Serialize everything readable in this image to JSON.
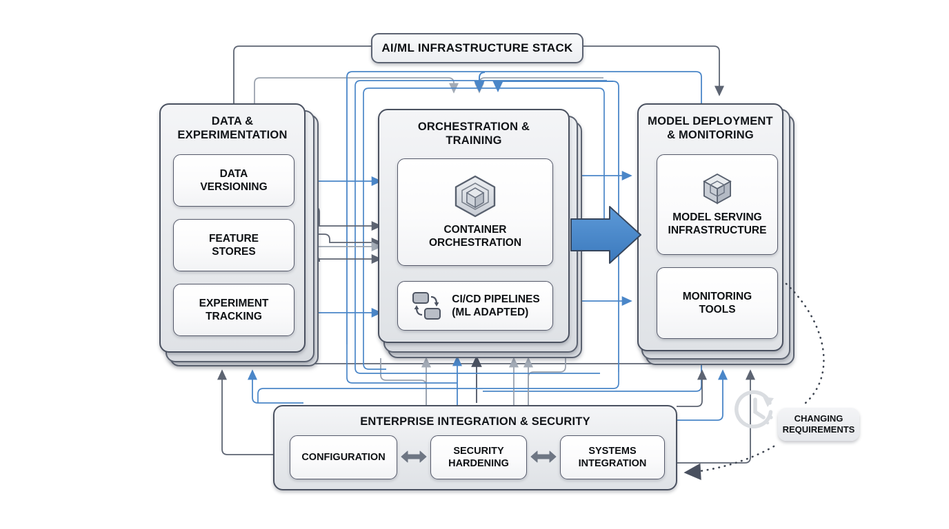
{
  "diagram": {
    "title": "AI/ML INFRASTRUCTURE STACK",
    "accent_blue": "#4a86c8",
    "arrow_gray": "#5d6472",
    "arrow_gray_light": "#9aa2ae",
    "panel_border": "#4a5160",
    "text_color": "#0d1013"
  },
  "groups": {
    "data_experimentation": {
      "title": "DATA &\nEXPERIMENTATION",
      "cards": [
        {
          "label": "DATA\nVERSIONING",
          "icon": "none"
        },
        {
          "label": "FEATURE\nSTORES",
          "icon": "none"
        },
        {
          "label": "EXPERIMENT\nTRACKING",
          "icon": "none"
        }
      ]
    },
    "orchestration_training": {
      "title": "ORCHESTRATION &\nTRAINING",
      "cards": [
        {
          "label": "CONTAINER\nORCHESTRATION",
          "icon": "hexagon-cube-icon"
        },
        {
          "label": "CI/CD PIPELINES\n(ML ADAPTED)",
          "icon": "cicd-cycle-icon"
        }
      ]
    },
    "model_deployment": {
      "title": "MODEL DEPLOYMENT\n& MONITORING",
      "cards": [
        {
          "label": "MODEL SERVING\nINFRASTRUCTURE",
          "icon": "cube-icon"
        },
        {
          "label": "MONITORING\nTOOLS",
          "icon": "none"
        }
      ]
    },
    "enterprise": {
      "title": "ENTERPRISE INTEGRATION & SECURITY",
      "cards": [
        {
          "label": "CONFIGURATION",
          "icon": "none"
        },
        {
          "label": "SECURITY\nHARDENING",
          "icon": "none"
        },
        {
          "label": "SYSTEMS\nINTEGRATION",
          "icon": "none"
        }
      ],
      "connectors": [
        {
          "icon": "double-arrow-horizontal-icon"
        },
        {
          "icon": "double-arrow-horizontal-icon"
        }
      ]
    }
  },
  "annotations": {
    "changing_requirements": {
      "label": "CHANGING\nREQUIREMENTS",
      "icon": "clock-rotate-icon"
    }
  },
  "flow": {
    "main_arrow": {
      "icon": "block-arrow-right-icon",
      "from": "orchestration_training",
      "to": "model_deployment"
    }
  }
}
